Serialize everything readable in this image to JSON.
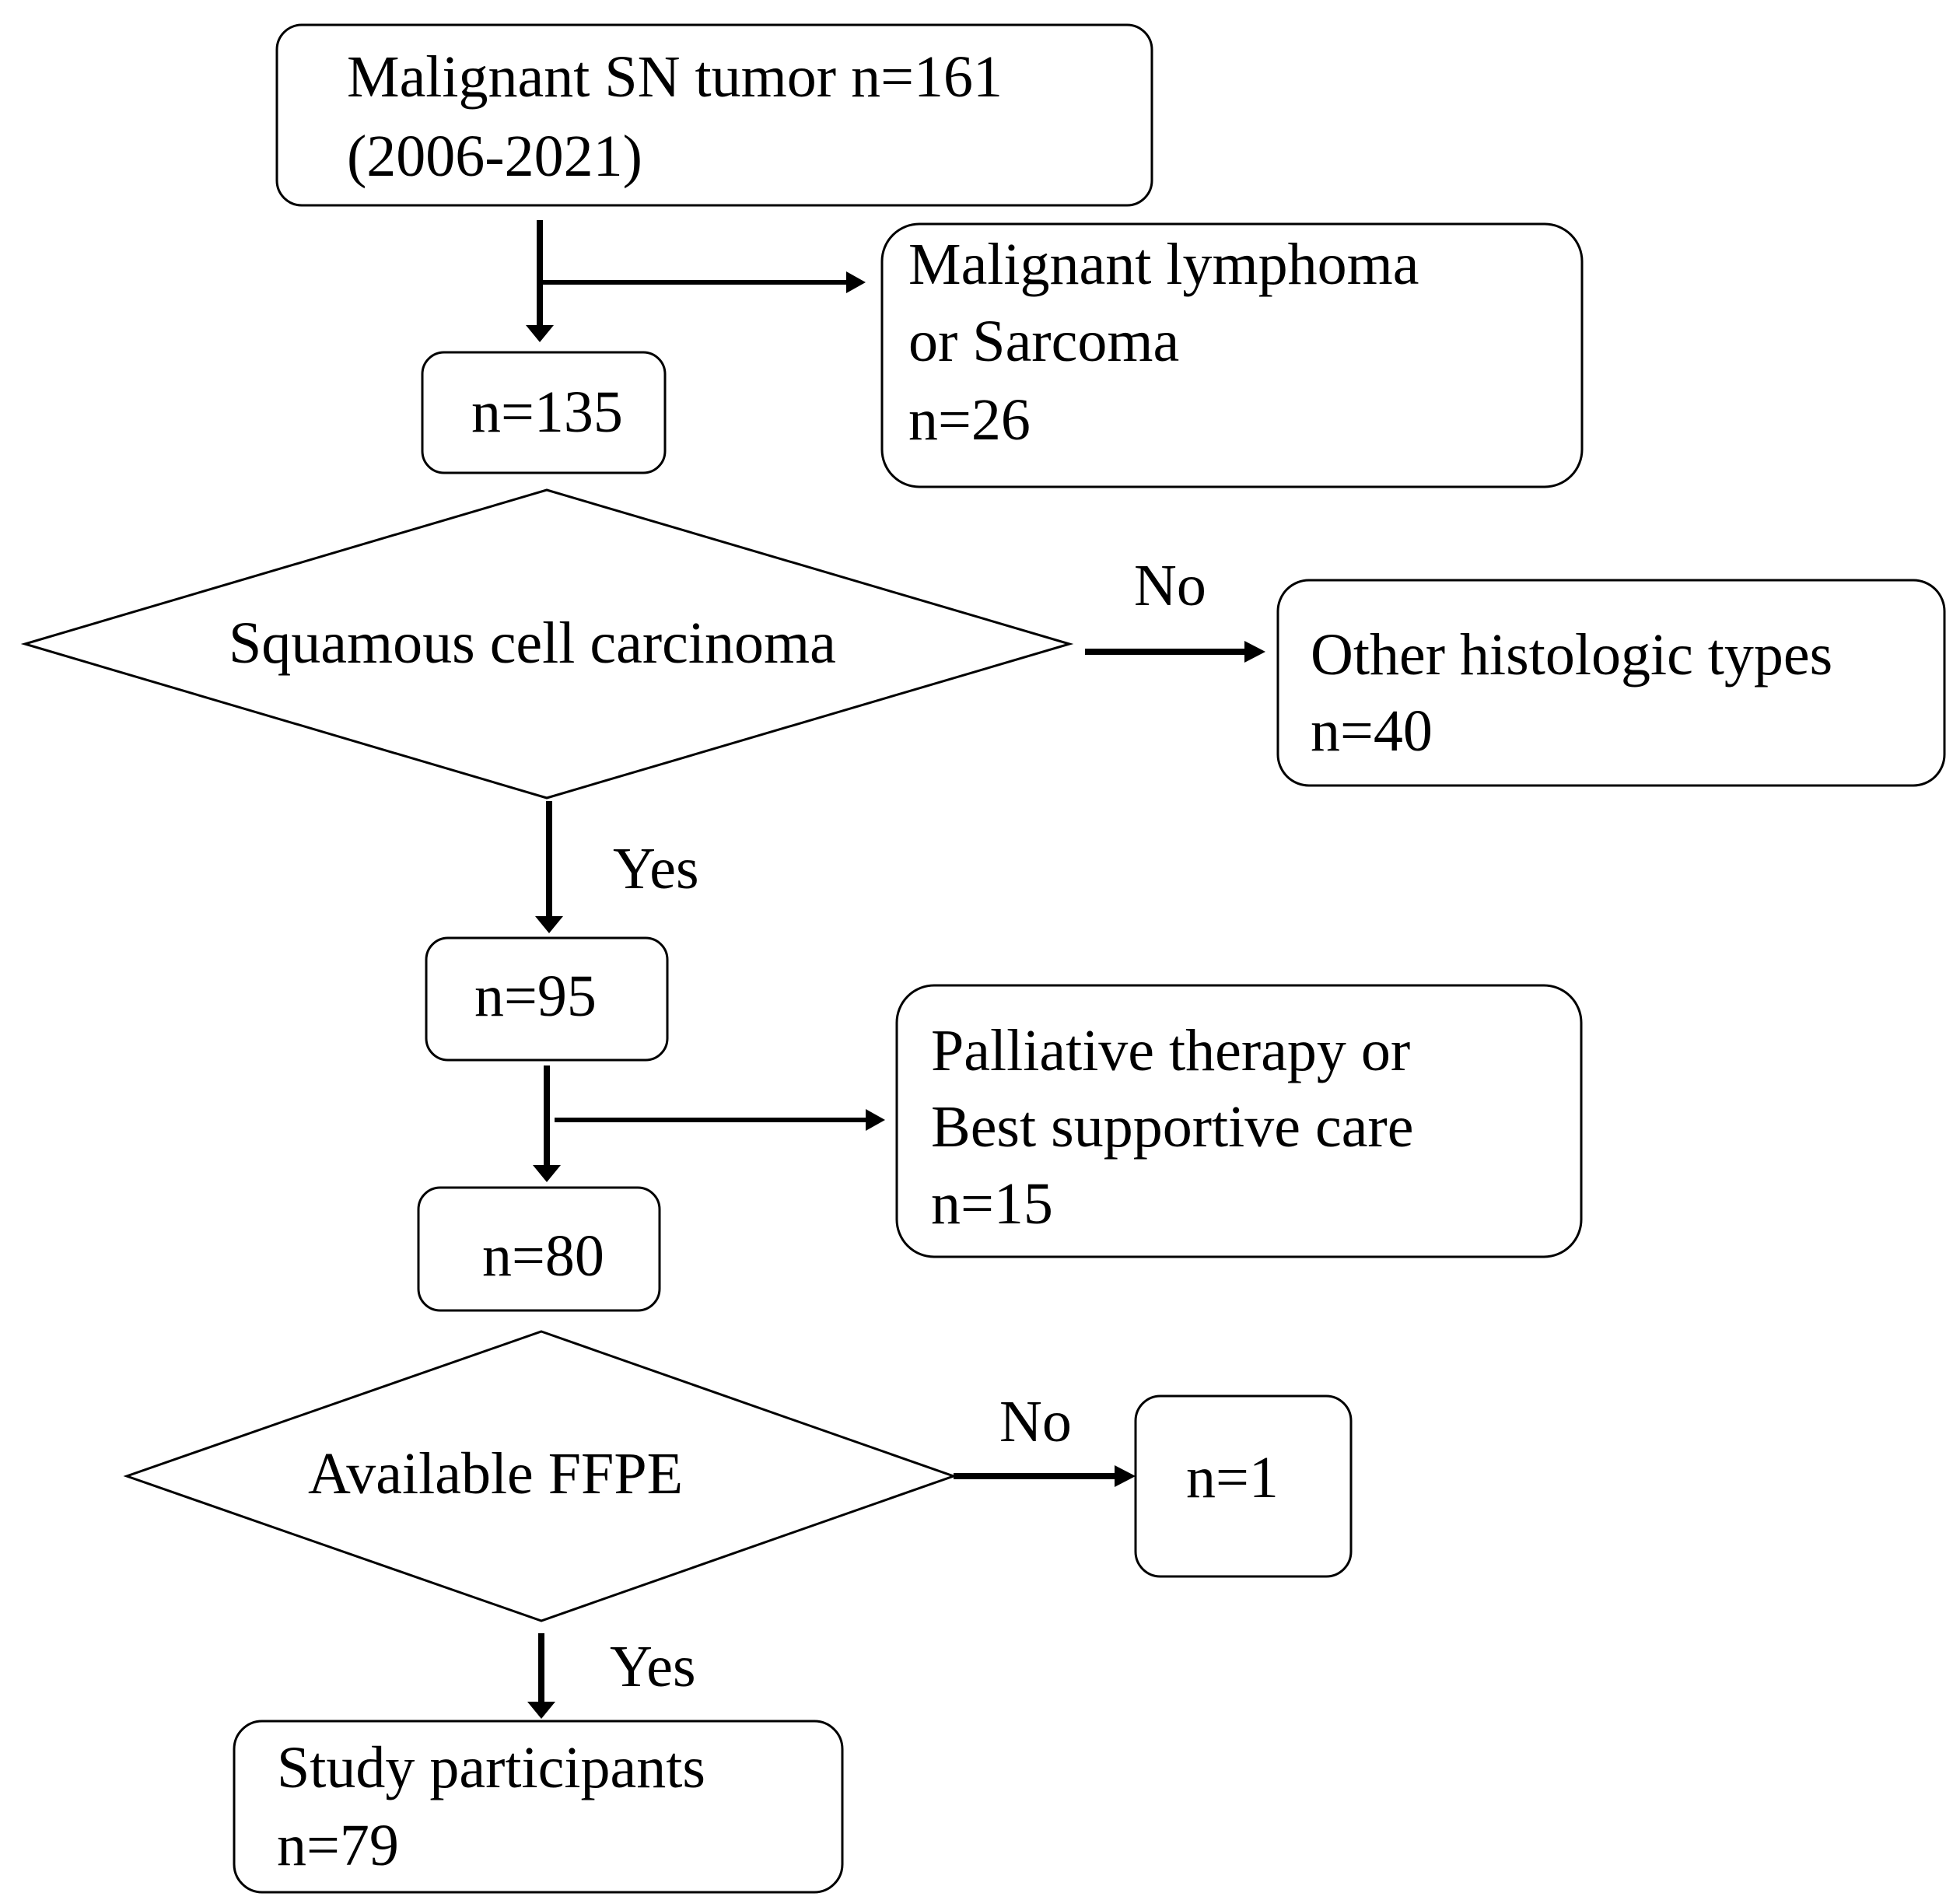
{
  "nodes": {
    "start": {
      "line1": "Malignant SN tumor n=161",
      "line2": "(2006-2021)"
    },
    "excluded_lymphoma": {
      "line1": "Malignant lymphoma",
      "line2": "or Sarcoma",
      "line3": "n=26"
    },
    "n135": {
      "label": "n=135"
    },
    "decision_scc": {
      "label": "Squamous cell carcinoma"
    },
    "excluded_other": {
      "line1": "Other histologic types",
      "line2": "n=40"
    },
    "n95": {
      "label": "n=95"
    },
    "excluded_palliative": {
      "line1": "Palliative therapy or",
      "line2": "Best supportive care",
      "line3": "n=15"
    },
    "n80": {
      "label": "n=80"
    },
    "decision_ffpe": {
      "label": "Available FFPE"
    },
    "excluded_ffpe": {
      "label": "n=1"
    },
    "final": {
      "line1": "Study participants",
      "line2": "n=79"
    }
  },
  "edges": {
    "scc_no": "No",
    "scc_yes": "Yes",
    "ffpe_no": "No",
    "ffpe_yes": "Yes"
  }
}
